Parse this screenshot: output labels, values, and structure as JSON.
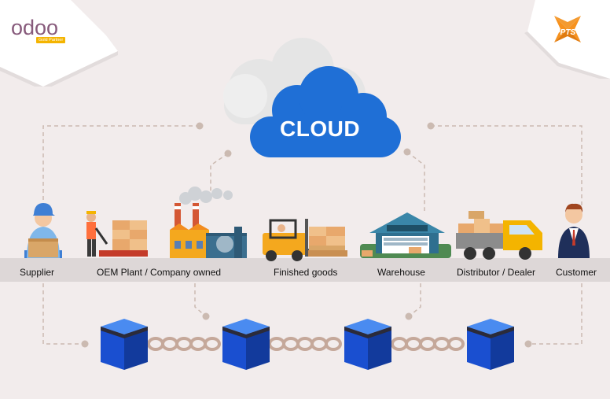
{
  "brand": {
    "odoo_text": "odoo",
    "odoo_badge": "Gold Partner",
    "ppts_text": "PPTS"
  },
  "cloud": {
    "label": "CLOUD"
  },
  "stages": [
    {
      "label": "Supplier"
    },
    {
      "label": "OEM Plant / Company owned"
    },
    {
      "label": "Finished goods"
    },
    {
      "label": "Warehouse"
    },
    {
      "label": "Distributor / Dealer"
    },
    {
      "label": "Customer"
    }
  ],
  "colors": {
    "background": "#f2ecec",
    "cloud_blue": "#1f6fd6",
    "cloud_gray": "#e7e7e7",
    "block_blue": "#1a4fd0",
    "chain": "#c5a89a",
    "dash": "#cbbab1",
    "odoo_purple": "#875a7b",
    "ppts_orange": "#f7921e"
  }
}
